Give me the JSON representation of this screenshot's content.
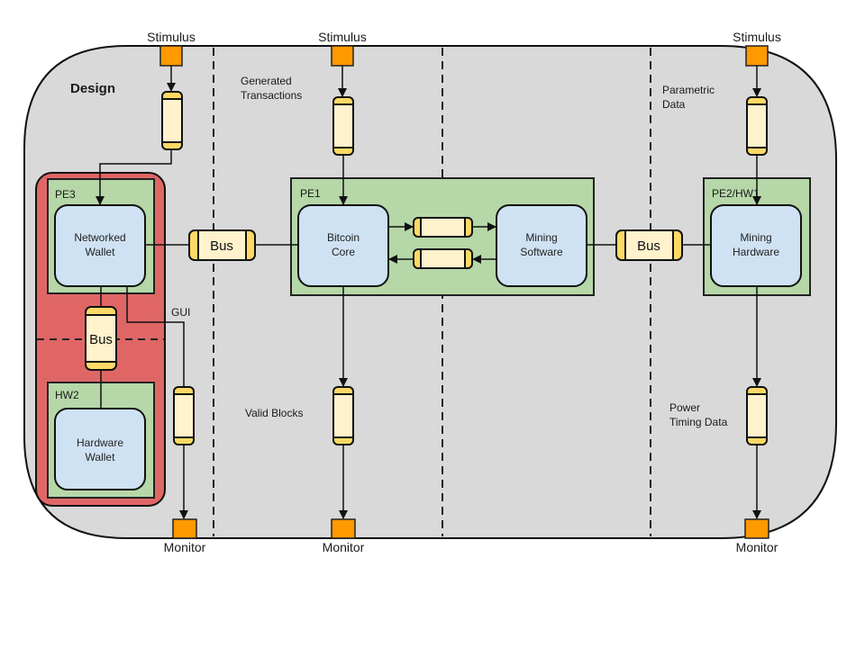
{
  "design": {
    "title": "Design",
    "colors": {
      "background": "#d9d9d9",
      "secure_region": "#e06666",
      "processing_element": "#b6d7a8",
      "node": "#cfe2f3",
      "channel_body": "#fff2cc",
      "channel_cap": "#ffd966",
      "port": "#ff9900"
    }
  },
  "ports": {
    "stimulus_left": "Stimulus",
    "stimulus_center": "Stimulus",
    "stimulus_right": "Stimulus",
    "monitor_left": "Monitor",
    "monitor_center": "Monitor",
    "monitor_right": "Monitor"
  },
  "channel_labels": {
    "generated_transactions": [
      "Generated",
      "Transactions"
    ],
    "parametric_data": [
      "Parametric",
      "Data"
    ],
    "gui": "GUI",
    "valid_blocks": "Valid Blocks",
    "power_timing_data": [
      "Power",
      "Timing Data"
    ]
  },
  "processing_elements": {
    "pe3": "PE3",
    "hw2": "HW2",
    "pe1": "PE1",
    "pe2": "PE2/HW1"
  },
  "nodes": {
    "networked_wallet": [
      "Networked",
      "Wallet"
    ],
    "hardware_wallet": [
      "Hardware",
      "Wallet"
    ],
    "bitcoin_core": [
      "Bitcoin",
      "Core"
    ],
    "mining_software": [
      "Mining",
      "Software"
    ],
    "mining_hardware": [
      "Mining",
      "Hardware"
    ]
  },
  "buses": {
    "left": "Bus",
    "right": "Bus",
    "vertical": "Bus"
  }
}
